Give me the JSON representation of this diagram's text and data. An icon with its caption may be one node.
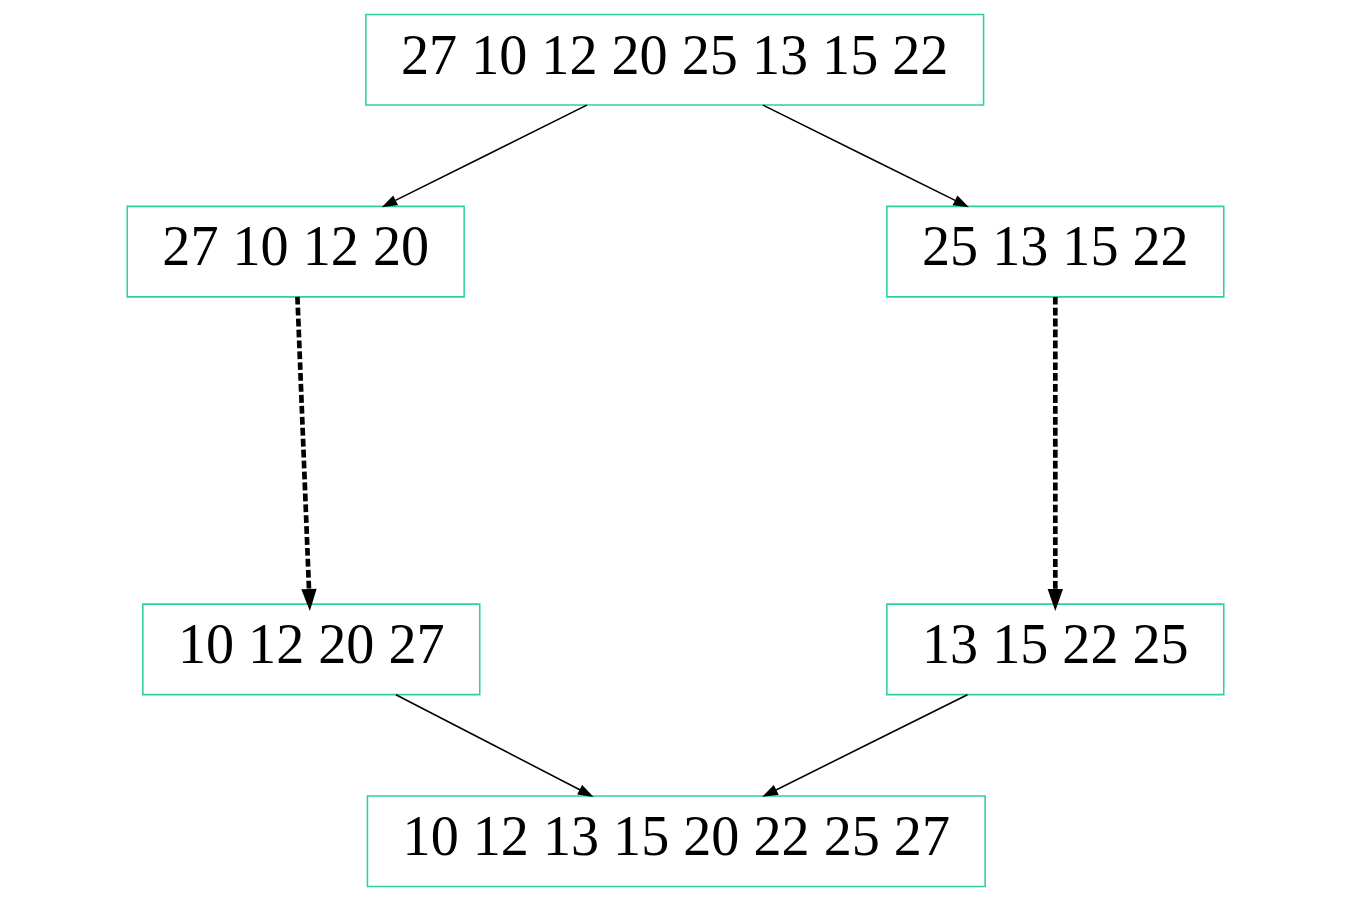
{
  "diagram": {
    "nodes": [
      {
        "text": [
          "27 10 12 20 25 13 15 22"
        ]
      },
      {
        "text": [
          "27 10 12 20"
        ]
      },
      {
        "text": [
          "25 13 15 22"
        ]
      },
      {
        "text": [
          "10 12 20 27"
        ]
      },
      {
        "text": [
          "13 15 22 25"
        ]
      },
      {
        "text": [
          "10 12 13 15 20 22 25 27"
        ]
      }
    ],
    "edges": [
      {
        "from": 0,
        "to": 1,
        "arrow": "to"
      },
      {
        "from": 0,
        "to": 2,
        "arrow": "to"
      },
      {
        "from": 1,
        "to": 3,
        "arrow": "to",
        "style": "dashed"
      },
      {
        "from": 2,
        "to": 4,
        "arrow": "to",
        "style": "dashed"
      },
      {
        "from": 3,
        "to": 5,
        "arrow": "to"
      },
      {
        "from": 4,
        "to": 5,
        "arrow": "to"
      }
    ]
  }
}
